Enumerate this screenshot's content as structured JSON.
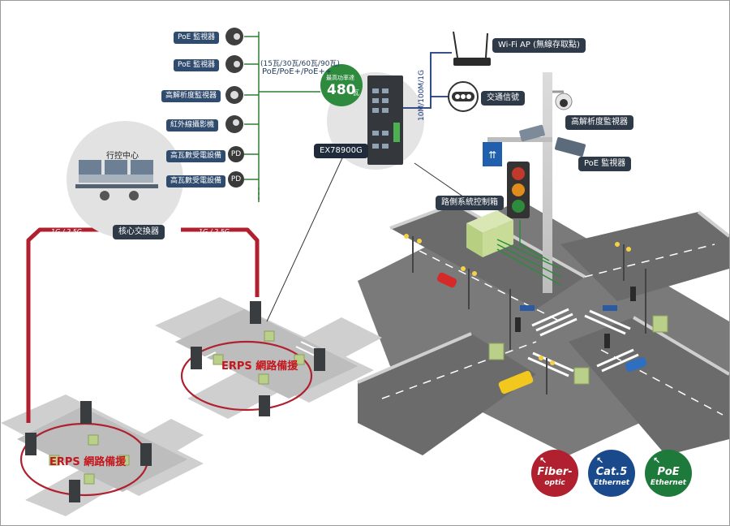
{
  "left_devices": [
    {
      "label": "PoE 監視器",
      "icon": "dome-camera-icon"
    },
    {
      "label": "PoE 監視器",
      "icon": "bullet-camera-icon"
    },
    {
      "label": "高解析度監視器",
      "icon": "fisheye-camera-icon"
    },
    {
      "label": "紅外線攝影機",
      "icon": "ir-camera-icon"
    },
    {
      "label": "高瓦數受電設備",
      "icon": "pd-icon",
      "badge": "PD"
    },
    {
      "label": "高瓦數受電設備",
      "icon": "pd-icon",
      "badge": "PD"
    }
  ],
  "poe_standards": {
    "line1": "(15瓦/30瓦/60瓦/90瓦)",
    "line2": "PoE/PoE+/PoE++"
  },
  "max_power": {
    "label": "最高功率達",
    "value": "480",
    "unit": "瓦"
  },
  "switch_model": "EX78900G",
  "uplink_speed": "10M/100M/1G",
  "wifi_label": "Wi-Fi AP (無線存取點)",
  "traffic_signal_label": "交通信號",
  "hd_camera_label": "高解析度監視器",
  "poe_camera_label": "PoE 監視器",
  "roadside_cabinet_label": "路側系統控制箱",
  "control_center_label": "行控中心",
  "core_switch_label": "核心交換器",
  "link_speed_left": "1G / 2.5G",
  "link_speed_right": "1G / 2.5G",
  "erps_label_1": "ERPS 網路備援",
  "erps_label_2": "ERPS 網路備援",
  "legend": [
    {
      "line1": "Fiber-",
      "line2": "optic",
      "color": "#b0202e"
    },
    {
      "line1": "Cat.5",
      "line2": "Ethernet",
      "color": "#1b4a8c"
    },
    {
      "line1": "PoE",
      "line2": "Ethernet",
      "color": "#1e7a3a"
    }
  ],
  "colors": {
    "fiber": "#b0202e",
    "poe": "#2e7d32",
    "ethernet": "#1b3a7a",
    "road": "#6b6b6b",
    "lane": "#ffffff"
  }
}
